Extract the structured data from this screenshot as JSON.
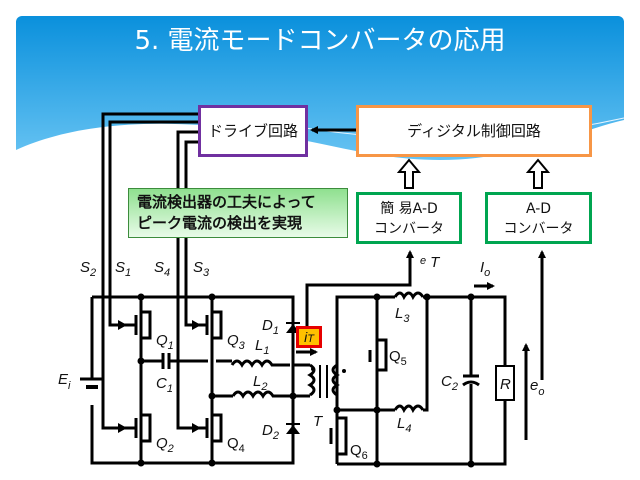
{
  "slide": {
    "title": "5. 電流モードコンバータの応用",
    "colors": {
      "header_top": "#0a90dc",
      "header_bottom": "#58b8f0",
      "drive_border": "#7030a0",
      "digital_border": "#f79646",
      "adc_border": "#00a550",
      "note_fill": "#8fe08f",
      "it_border": "#e60000",
      "it_fill": "#ffc000"
    }
  },
  "blocks": {
    "drive": "ドライブ回路",
    "digital": "ディジタル制御回路",
    "adc_simple_line1": "簡 易A-D",
    "adc_simple_line2": "コンバータ",
    "adc_line1": "A-D",
    "adc_line2": "コンバータ"
  },
  "note": {
    "line1": "電流検出器の工夫によって",
    "line2": "ピーク電流の検出を実現"
  },
  "labels": {
    "S2": {
      "main": "S",
      "sub": "2"
    },
    "S1": {
      "main": "S",
      "sub": "1"
    },
    "S4": {
      "main": "S",
      "sub": "4"
    },
    "S3": {
      "main": "S",
      "sub": "3"
    },
    "Ei": {
      "main": "E",
      "sub": "i"
    },
    "Q1": {
      "main": "Q",
      "sub": "1"
    },
    "Q2": {
      "main": "Q",
      "sub": "2"
    },
    "Q3": {
      "main": "Q",
      "sub": "3"
    },
    "Q4": {
      "main": "Q",
      "sub": "4"
    },
    "Q5": {
      "main": "Q",
      "sub": "5"
    },
    "Q6": {
      "main": "Q",
      "sub": "6"
    },
    "C1": {
      "main": "C",
      "sub": "1"
    },
    "C2": {
      "main": "C",
      "sub": "2"
    },
    "L1": {
      "main": "L",
      "sub": "1"
    },
    "L2": {
      "main": "L",
      "sub": "2"
    },
    "L3": {
      "main": "L",
      "sub": "3"
    },
    "L4": {
      "main": "L",
      "sub": "4"
    },
    "D1": {
      "main": "D",
      "sub": "1"
    },
    "D2": {
      "main": "D",
      "sub": "2"
    },
    "T": "T",
    "iT": {
      "main": "i",
      "sub": "T"
    },
    "eT": {
      "main": "e",
      "sub": "T"
    },
    "Io": {
      "main": "I",
      "sub": "o"
    },
    "eo": {
      "main": "e",
      "sub": "o"
    },
    "R": "R"
  }
}
